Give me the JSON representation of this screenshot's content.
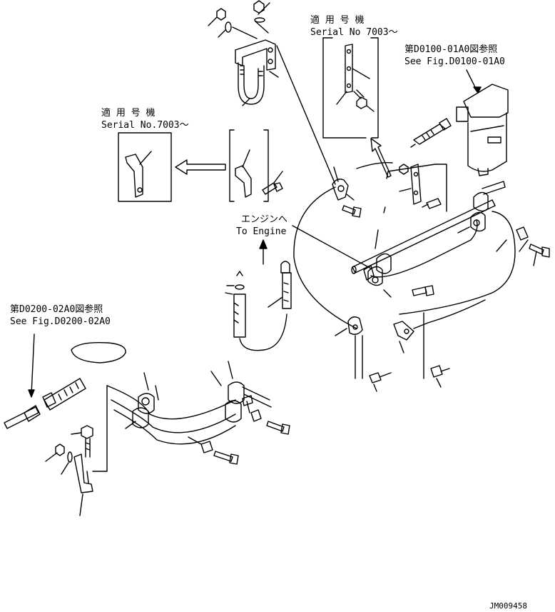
{
  "notes": {
    "serial_top_jp": "適 用 号 機",
    "serial_top_en": "Serial No 7003～",
    "serial_left_jp": "適 用 号 機",
    "serial_left_en": "Serial No.7003～",
    "ref_top_jp": "第D0100-01A0図参照",
    "ref_top_en": "See Fig.D0100-01A0",
    "ref_left_jp": "第D0200-02A0図参照",
    "ref_left_en": "See Fig.D0200-02A0",
    "engine_jp": "エンジンへ",
    "engine_en": "To Engine"
  },
  "footer": {
    "drawing_id": "JM009458"
  },
  "colors": {
    "ink": "#000000",
    "paper": "#ffffff"
  }
}
